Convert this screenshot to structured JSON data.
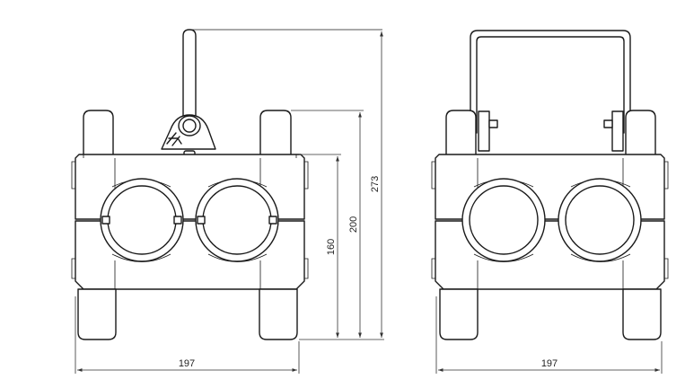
{
  "front_view": {
    "width_dimension": "197",
    "height_dimensions": [
      "160",
      "200",
      "273"
    ]
  },
  "side_view": {
    "width_dimension": "197"
  },
  "colors": {
    "line": "#1a1a1a",
    "background": "#ffffff"
  }
}
